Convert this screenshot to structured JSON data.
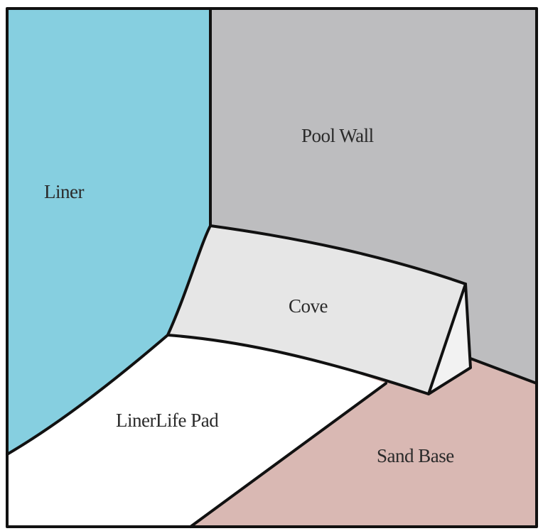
{
  "labels": {
    "liner": "Liner",
    "pool_wall": "Pool Wall",
    "cove": "Cove",
    "liner_life_pad": "LinerLife Pad",
    "sand_base": "Sand Base"
  },
  "colors": {
    "liner": "#86cfe0",
    "pool_wall": "#bdbdbf",
    "cove_top": "#e6e6e6",
    "cove_end": "#f2f2f2",
    "pad": "#ffffff",
    "sand_base": "#d9b8b3",
    "outline": "#111111"
  }
}
